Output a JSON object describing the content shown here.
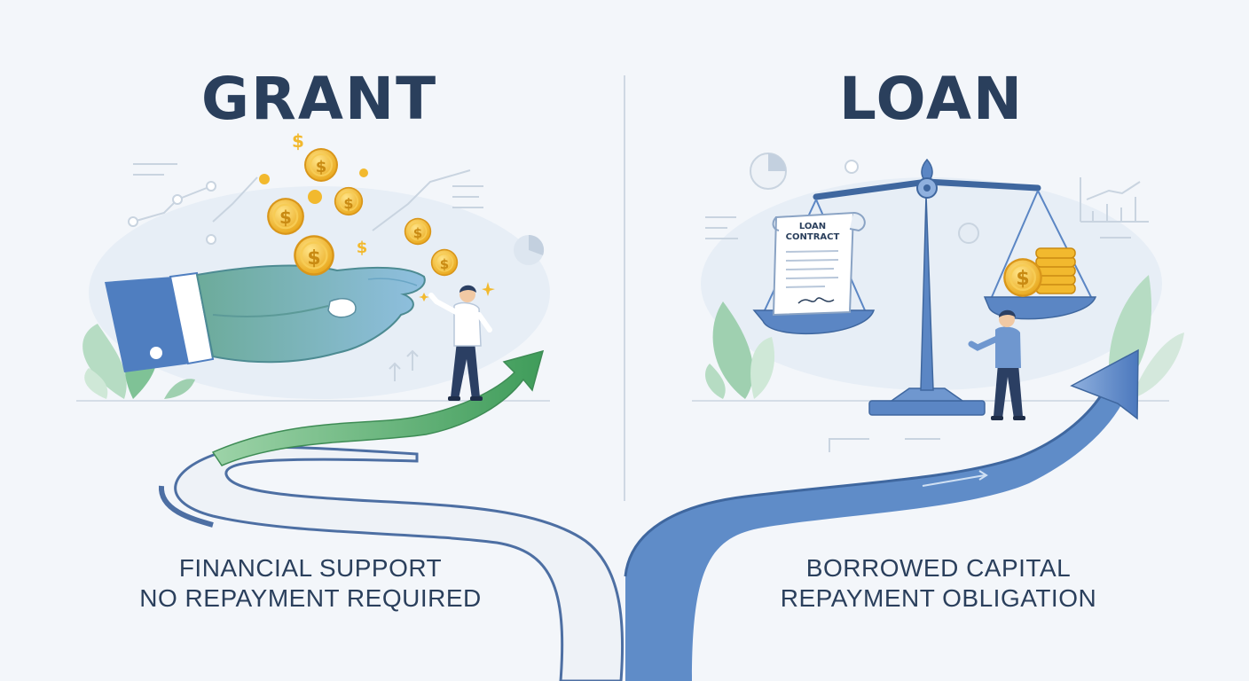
{
  "grant": {
    "title": "GRANT",
    "caption_line1": "FINANCIAL SUPPORT",
    "caption_line2": "NO REPAYMENT REQUIRED"
  },
  "loan": {
    "title": "LOAN",
    "caption_line1": "BORROWED CAPITAL",
    "caption_line2": "REPAYMENT OBLIGATION",
    "contract_line1": "LOAN",
    "contract_line2": "CONTRACT"
  },
  "symbols": {
    "currency": "$"
  },
  "colors": {
    "heading": "#2a3f5c",
    "grant_accent": "#5aaa6e",
    "loan_accent": "#5b86c4",
    "coin": "#f2b92e",
    "background": "#f3f6fa"
  }
}
